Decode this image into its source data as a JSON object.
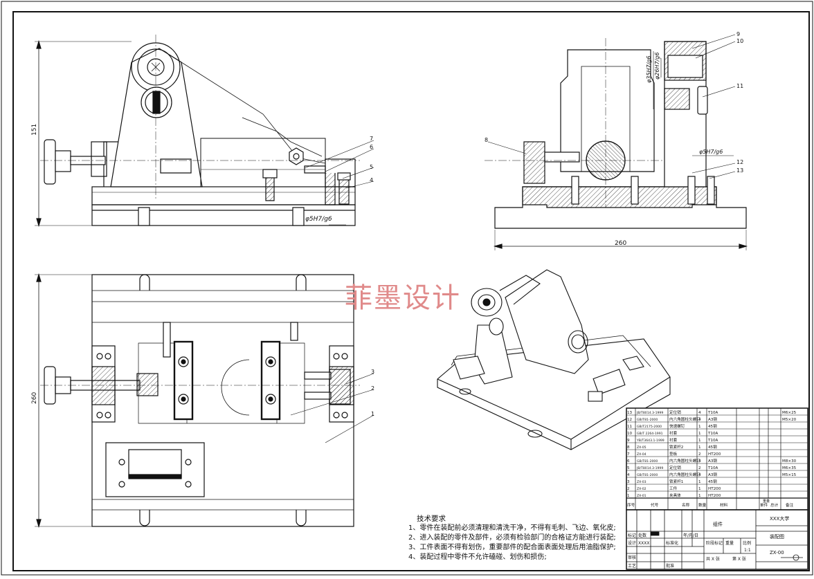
{
  "watermark": "菲墨设计",
  "dimensions": {
    "height_front": "151",
    "width_side": "260",
    "height_top": "260",
    "fit_front": "φ5H7/g6",
    "fit_side_a": "φ5H7/g6",
    "fit_side_b": "φ35H7/g6",
    "fit_side_c": "φ26H7/g6"
  },
  "balloons": {
    "front": [
      "7",
      "6",
      "5",
      "4"
    ],
    "side": [
      "9",
      "10",
      "11",
      "8",
      "12",
      "13"
    ],
    "top": [
      "3",
      "2",
      "1"
    ]
  },
  "technical_requirements": {
    "title": "技术要求",
    "items": [
      "1、零件在装配前必须清理和清洗干净，不得有毛刺、飞边、氧化皮;",
      "2、进入装配的零件及部件，必须有检验部门的合格证方能进行装配;",
      "3、工件表面不得有划伤，重要部件的配合面表面处理后用油脂保护;",
      "4、装配过程中零件不允许磕碰、划伤和损伤;"
    ]
  },
  "bom": {
    "headers": [
      "序号",
      "代号",
      "名称",
      "数量",
      "材料",
      "单件",
      "总计",
      "备注"
    ],
    "weight_header": "重量",
    "rows": [
      [
        "13",
        "JB/T8014.3-1999",
        "定位销",
        "4",
        "T10A",
        "",
        "",
        "M6×25"
      ],
      [
        "12",
        "GB/T81-2000",
        "内六角圆柱头螺钉",
        "4",
        "A3钢",
        "",
        "",
        "M5×20"
      ],
      [
        "11",
        "GB/T2175-2000",
        "快速螺钉",
        "1",
        "45钢",
        "",
        "",
        ""
      ],
      [
        "10",
        "GB/T 2264-1991",
        "衬套",
        "1",
        "T10A",
        "",
        "",
        ""
      ],
      [
        "9",
        "YB/T3643.1-1999",
        "衬套",
        "1",
        "T10A",
        "",
        "",
        ""
      ],
      [
        "8",
        "ZX-05",
        "锁紧杆2",
        "1",
        "45钢",
        "",
        "",
        ""
      ],
      [
        "7",
        "ZX-04",
        "垫板",
        "2",
        "HT200",
        "",
        "",
        ""
      ],
      [
        "6",
        "GB/T81-2000",
        "内六角圆柱头螺钉",
        "4",
        "A3钢",
        "",
        "",
        "M8×30"
      ],
      [
        "5",
        "JB/T8014.3-1999",
        "定位销",
        "2",
        "T10A",
        "",
        "",
        "M6×35"
      ],
      [
        "4",
        "GB/T81-2000",
        "内六角圆柱头螺钉",
        "4",
        "A3钢",
        "",
        "",
        "M5×15"
      ],
      [
        "3",
        "ZX-03",
        "锁紧杆1",
        "1",
        "45钢",
        "",
        "",
        ""
      ],
      [
        "2",
        "ZX-02",
        "工件",
        "1",
        "HT200",
        "",
        "",
        ""
      ],
      [
        "1",
        "ZX-01",
        "夹具体",
        "1",
        "HT200",
        "",
        "",
        ""
      ]
    ]
  },
  "title_block": {
    "part_name": "组件",
    "company": "XXX大学",
    "drawing_type": "装配图",
    "drawing_no": "ZX-00",
    "scale_label": "比例",
    "scale": "1:1",
    "weight_label": "重量",
    "stage_label": "阶段标记",
    "design_label": "设计",
    "designer": "XXXX",
    "standard_label": "标准化",
    "review_label": "审核",
    "process_label": "工艺",
    "approve_label": "批准",
    "mark_label": "标记",
    "count_label": "处数",
    "date_label": "年/月/日",
    "sheets_a": "共  X  张",
    "sheets_b": "第  X  张"
  }
}
